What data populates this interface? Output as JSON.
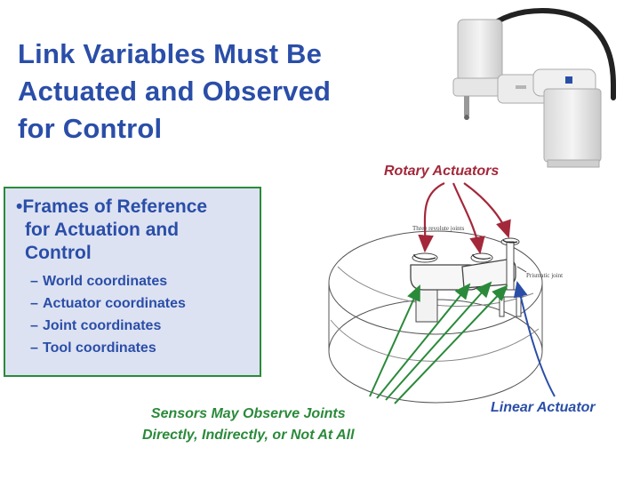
{
  "title": {
    "lines": [
      "Link Variables Must Be",
      "Actuated and Observed",
      "for Control"
    ]
  },
  "frames_box": {
    "heading_lines": [
      "•Frames of Reference",
      "for Actuation and",
      "Control"
    ],
    "items": [
      {
        "dash": "–",
        "text": "World coordinates"
      },
      {
        "dash": "–",
        "text": "Actuator coordinates"
      },
      {
        "dash": "–",
        "text": "Joint coordinates"
      },
      {
        "dash": "–",
        "text": "Tool coordinates"
      }
    ]
  },
  "labels": {
    "rotary_actuators": "Rotary Actuators",
    "linear_actuator": "Linear Actuator",
    "sensors_lines": [
      "Sensors May Observe Joints",
      "Directly, Indirectly, or Not At All"
    ],
    "three_revolute_joints": "Three revolute joints",
    "prismatic_joint": "Prismatic joint"
  },
  "colors": {
    "title": "#2a4ea8",
    "box_fill": "#dde2f2",
    "box_border": "#2a8a3a",
    "rotary": "#a3283a",
    "linear": "#2a4ea8",
    "sensors": "#2a8a3a"
  },
  "icons": [
    "scara-robot-photo",
    "workspace-cylinder-diagram"
  ]
}
